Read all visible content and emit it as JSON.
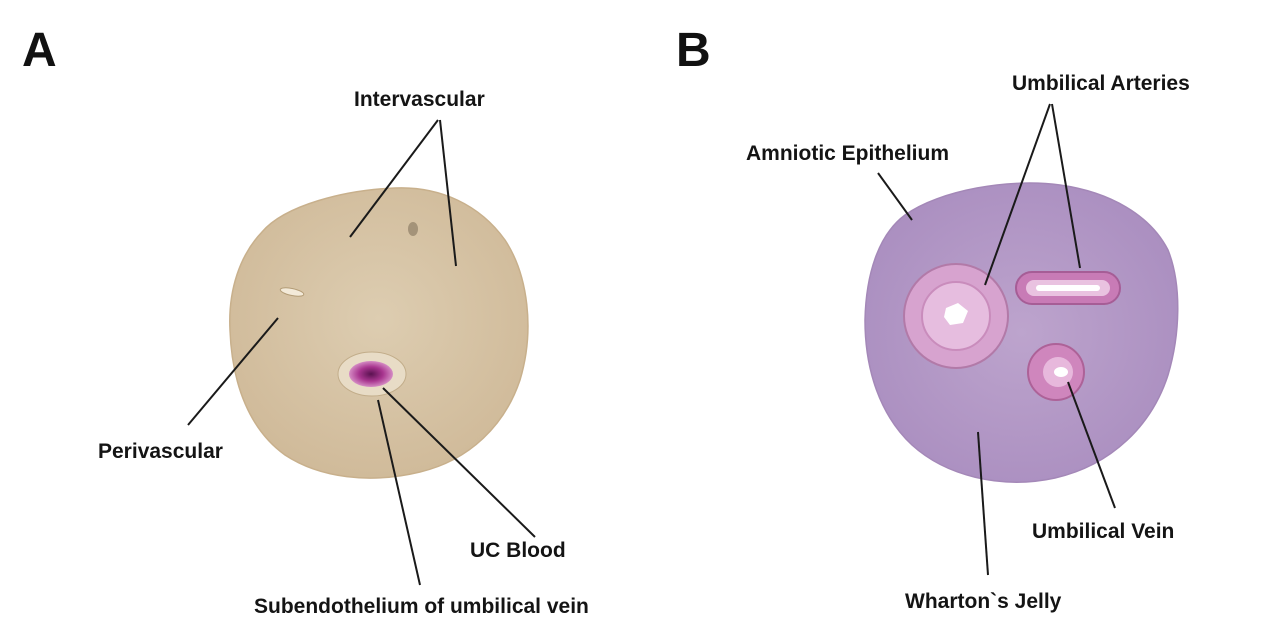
{
  "panel_a": {
    "letter": "A",
    "labels": {
      "intervascular": "Intervascular",
      "perivascular": "Perivascular",
      "uc_blood": "UC Blood",
      "subendothelium": "Subendothelium of umbilical vein"
    },
    "colors": {
      "tissue": "#d9c6a8",
      "stain": "#a8358f"
    }
  },
  "panel_b": {
    "letter": "B",
    "labels": {
      "umbilical_arteries": "Umbilical Arteries",
      "amniotic_epithelium": "Amniotic Epithelium",
      "umbilical_vein": "Umbilical Vein",
      "whartons_jelly": "Wharton`s Jelly"
    },
    "colors": {
      "tissue": "#b89cc8",
      "vessel": "#c27bb0"
    }
  }
}
